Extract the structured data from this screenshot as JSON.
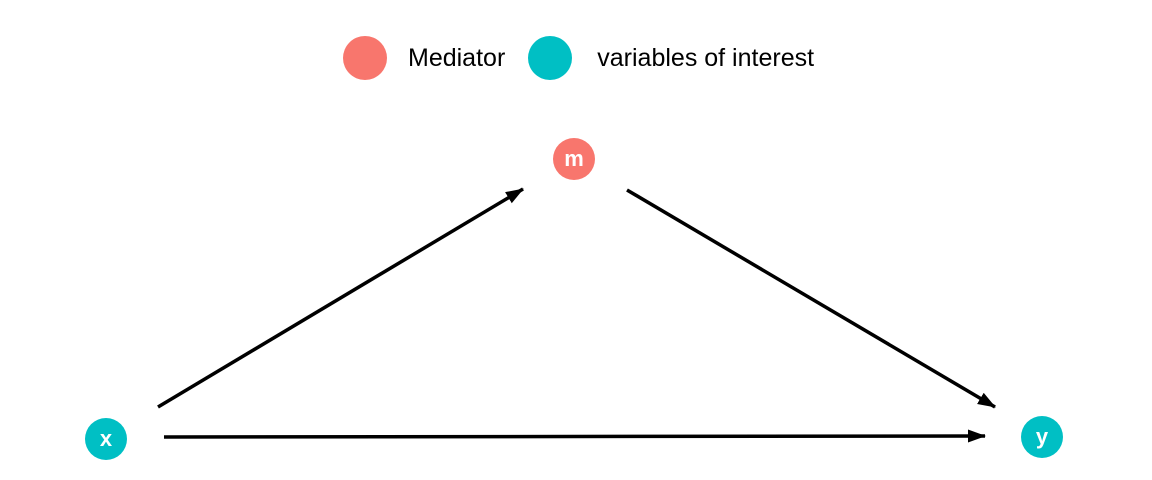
{
  "legend": {
    "items": [
      {
        "label": "Mediator",
        "color": "#F8766D",
        "icon": "circle"
      },
      {
        "label": "variables of interest",
        "color": "#00BFC4",
        "icon": "circle"
      }
    ]
  },
  "diagram": {
    "type": "mediation-path-diagram",
    "nodes": [
      {
        "id": "m",
        "label": "m",
        "role": "mediator",
        "color": "#F8766D"
      },
      {
        "id": "x",
        "label": "x",
        "role": "variable-of-interest",
        "color": "#00BFC4"
      },
      {
        "id": "y",
        "label": "y",
        "role": "variable-of-interest",
        "color": "#00BFC4"
      }
    ],
    "edges": [
      {
        "from": "x",
        "to": "m"
      },
      {
        "from": "m",
        "to": "y"
      },
      {
        "from": "x",
        "to": "y"
      }
    ]
  },
  "colors": {
    "mediator": "#F8766D",
    "variables_of_interest": "#00BFC4",
    "arrow": "#000000",
    "background": "#FFFFFF",
    "legend_text": "#000000",
    "node_text": "#FFFFFF"
  }
}
